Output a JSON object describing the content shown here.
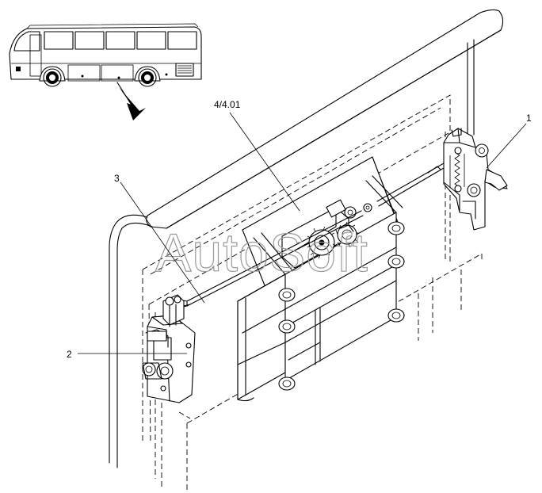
{
  "callouts": {
    "part_1": "1",
    "part_2": "2",
    "part_3": "3",
    "part_4": "4/4.01"
  },
  "watermark": "AutoSoft",
  "colors": {
    "line": "#000000",
    "background": "#ffffff",
    "watermark": "#9a9a9a"
  }
}
